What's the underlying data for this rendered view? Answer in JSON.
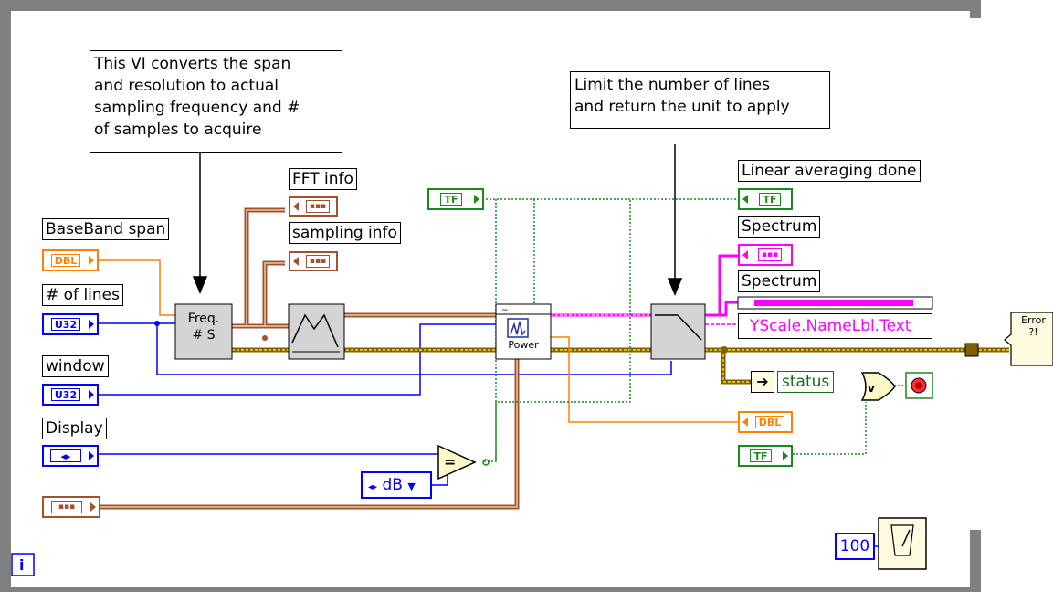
{
  "comments": [
    "This VI converts the span\nand resolution to actual\nsampling frequency and #\nof samples to acquire",
    "Limit the number of lines\nand return the unit to apply"
  ],
  "labels": {
    "baseband_span": "BaseBand span",
    "num_lines": "# of lines",
    "window": "window",
    "display": "Display",
    "fft_info": "FFT info",
    "sampling_info": "sampling info",
    "linear_avg": "Linear averaging done",
    "spectrum1": "Spectrum",
    "spectrum2": "Spectrum",
    "yscale": "YScale.NameLbl.Text"
  },
  "terminals": {
    "dbl": "DBL",
    "u32": "U32",
    "tf": "TF",
    "ring_enum": "dB",
    "const_100": "100",
    "status": "status",
    "error_label": "Error ?!"
  },
  "nodes": {
    "freq": "Freq.\n# S",
    "power": "Power"
  },
  "colors": {
    "wire_orange": "#ff8000",
    "wire_blue": "#0000ff",
    "wire_brown": "#a0522d",
    "wire_green": "#1a8a1a",
    "wire_pink": "#ff00ff",
    "wire_cluster": "#806000",
    "frame": "#808080"
  }
}
